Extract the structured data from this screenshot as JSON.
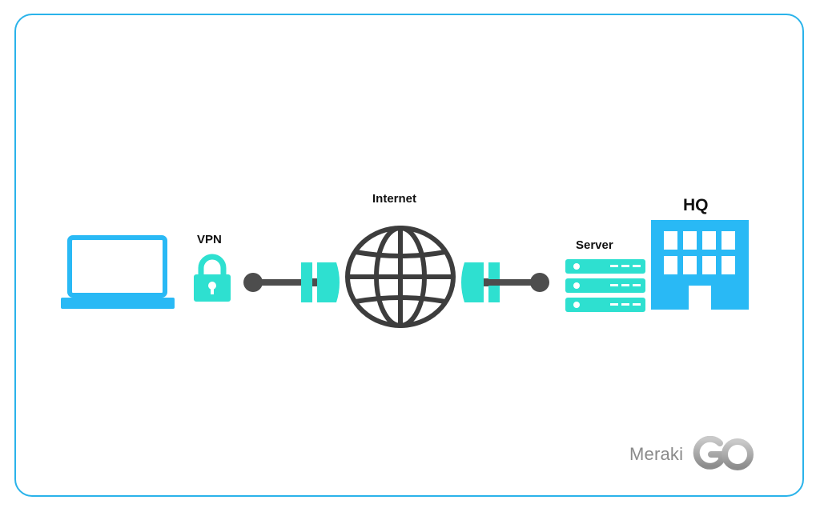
{
  "diagram": {
    "title": "",
    "nodes": [
      {
        "id": "laptop",
        "icon": "laptop-icon",
        "label": ""
      },
      {
        "id": "vpn",
        "icon": "padlock-icon",
        "label": "VPN"
      },
      {
        "id": "internet",
        "icon": "globe-icon",
        "label": "Internet"
      },
      {
        "id": "server",
        "icon": "server-rack-icon",
        "label": "Server"
      },
      {
        "id": "hq",
        "icon": "building-icon",
        "label": "HQ"
      }
    ],
    "connections": [
      {
        "from": "vpn",
        "to": "internet",
        "style": "tunnel-cable"
      },
      {
        "from": "internet",
        "to": "server",
        "style": "tunnel-cable"
      }
    ]
  },
  "labels": {
    "vpn": "VPN",
    "internet": "Internet",
    "server": "Server",
    "hq": "HQ"
  },
  "brand": {
    "word": "Meraki",
    "logo_text": "GO"
  },
  "colors": {
    "frame": "#2ab3ea",
    "device_blue": "#29b9f5",
    "tunnel_teal": "#2ee0d0",
    "cable_gray": "#4d4d4d",
    "globe_stroke": "#3d3d3d",
    "brand_gray": "#8a8a8a"
  }
}
